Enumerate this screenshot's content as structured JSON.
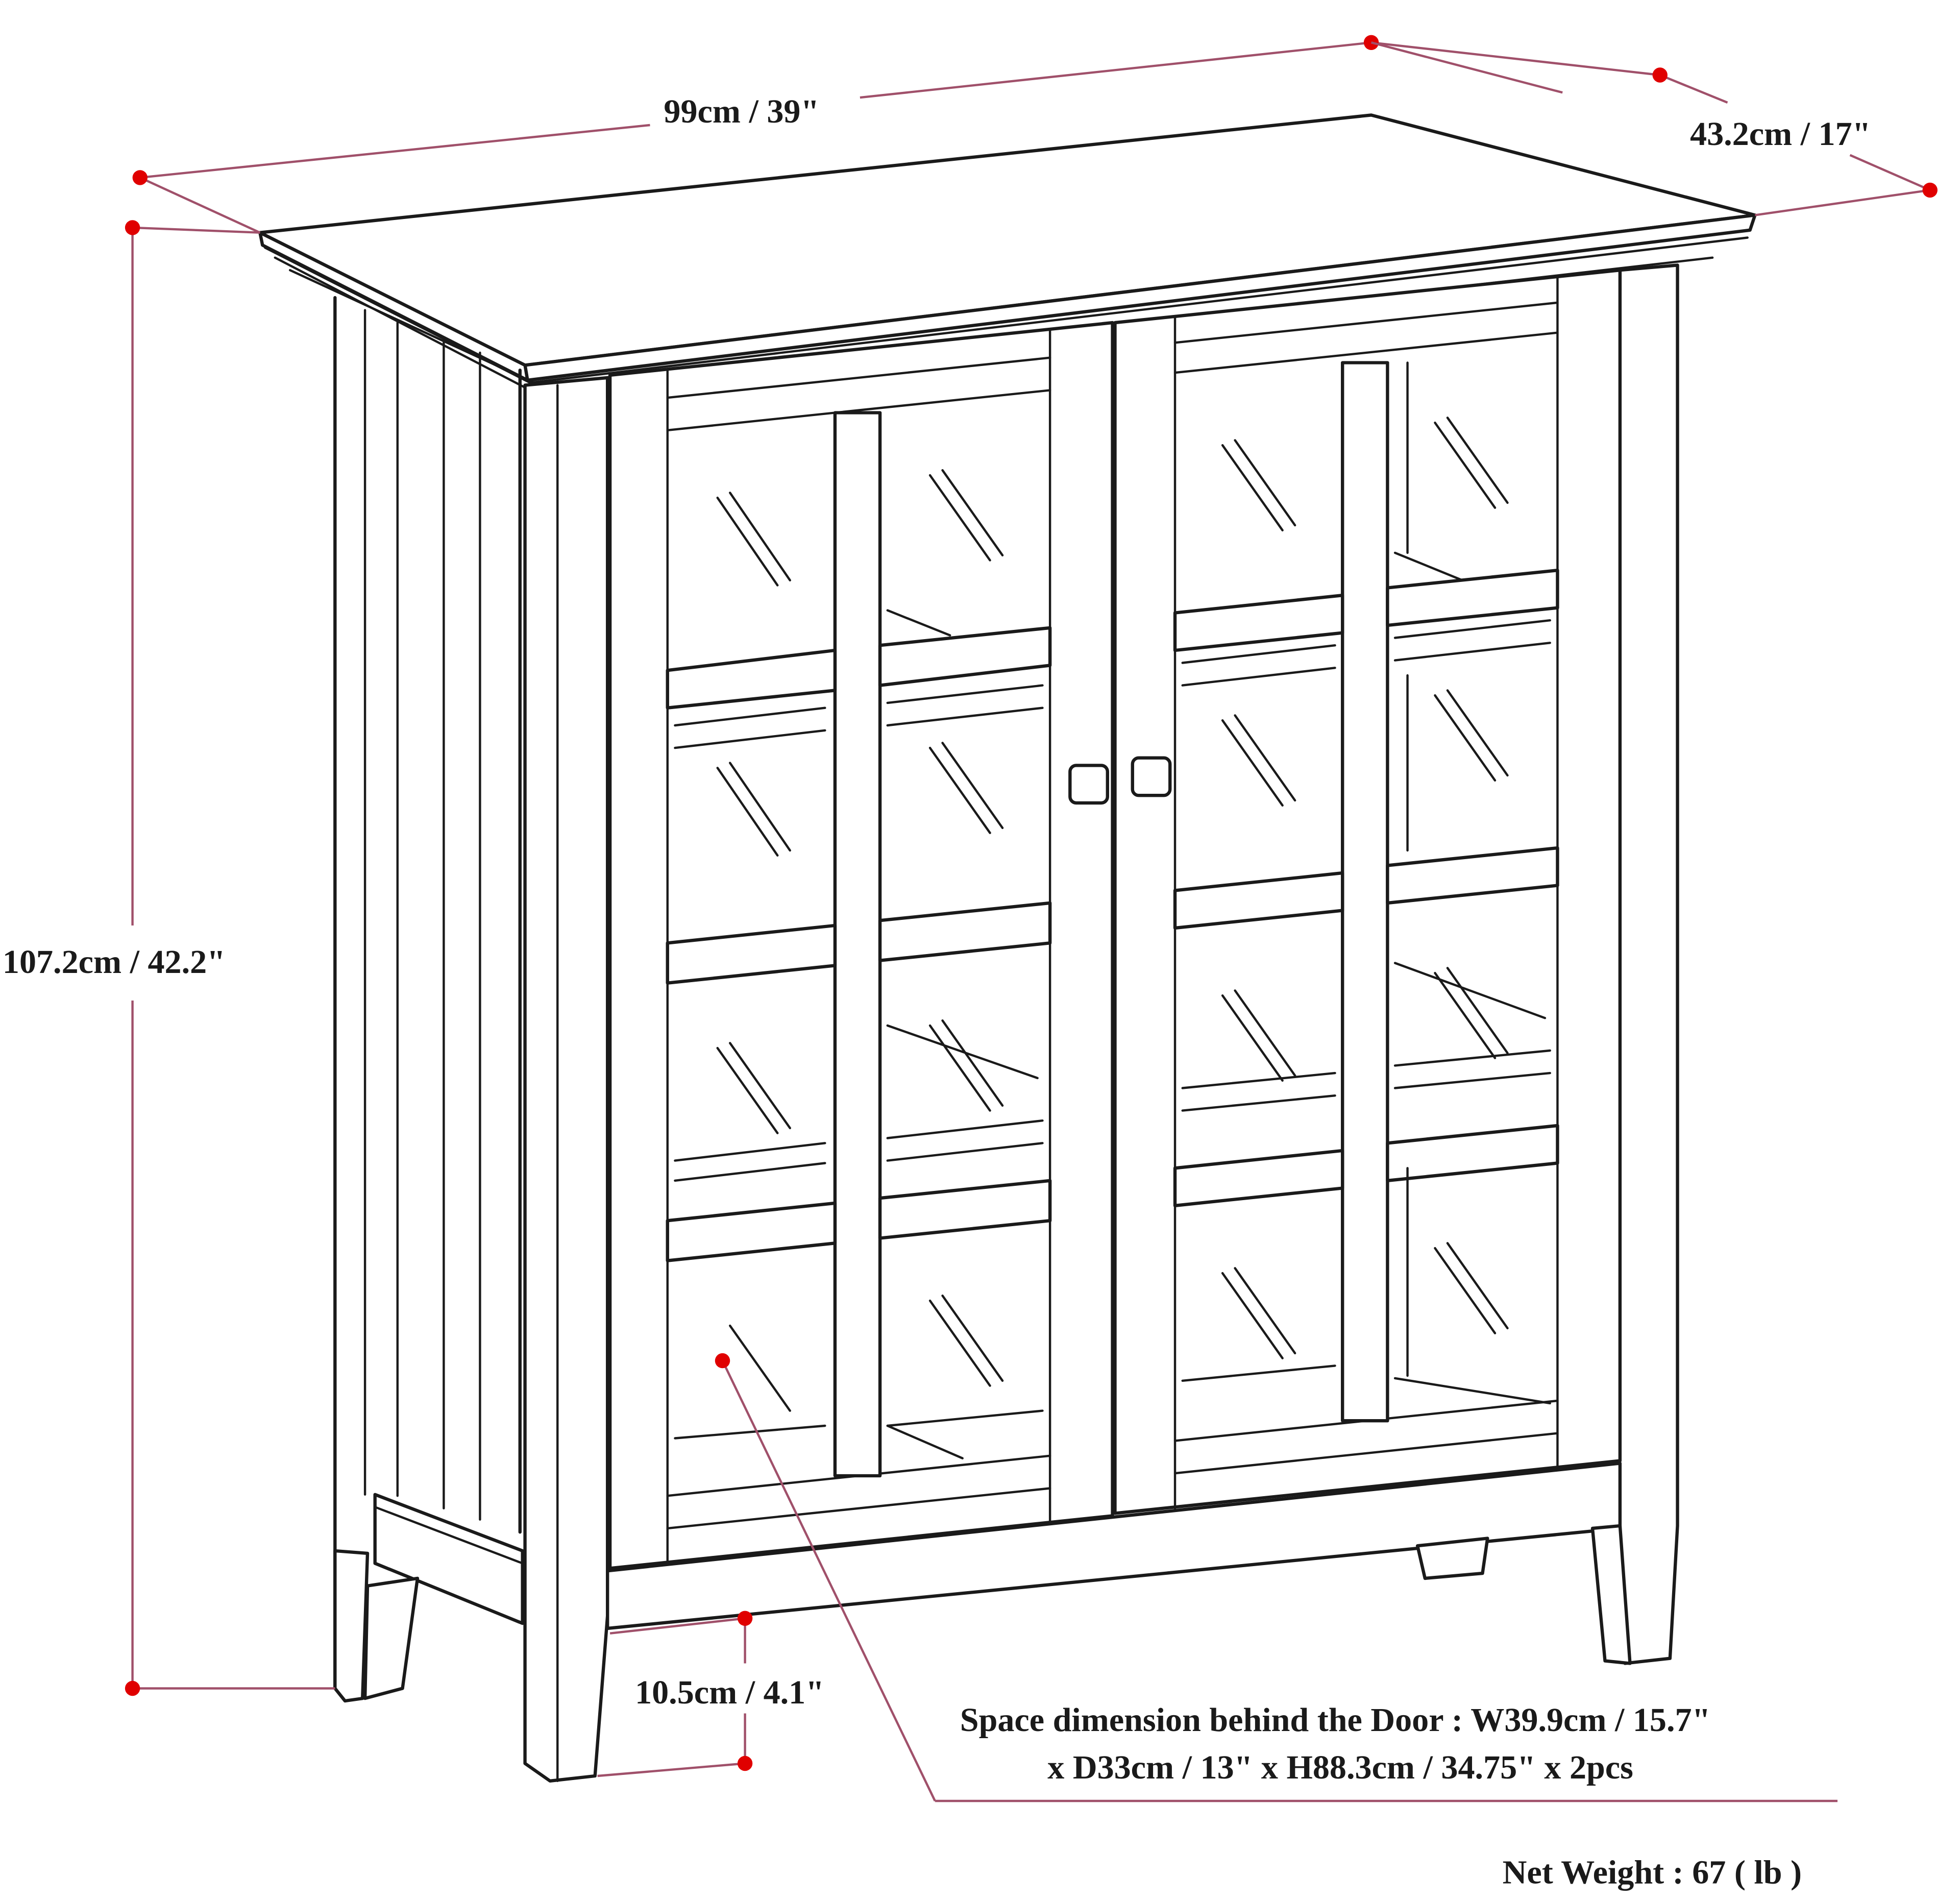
{
  "diagram": {
    "subject": "Storage cabinet with two glass-paned doors",
    "colors": {
      "line": "#1a1a1a",
      "dimension_line": "#a0506a",
      "dimension_dot": "#e00000",
      "background": "#ffffff"
    },
    "dimensions": {
      "width": "99cm / 39\"",
      "depth": "43.2cm / 17\"",
      "height": "107.2cm / 42.2\"",
      "clearance": "10.5cm / 4.1\""
    },
    "notes": {
      "space_line1": "Space dimension behind the Door  : W39.9cm / 15.7\"",
      "space_line2": "x D33cm / 13\" x H88.3cm / 34.75\" x 2pcs",
      "net_weight": "Net Weight : 67 ( lb )"
    },
    "doors": [
      {
        "name": "left-door",
        "panes_cols": 2,
        "panes_rows": 4,
        "handle": "square knob"
      },
      {
        "name": "right-door",
        "panes_cols": 2,
        "panes_rows": 4,
        "handle": "square knob"
      }
    ]
  }
}
